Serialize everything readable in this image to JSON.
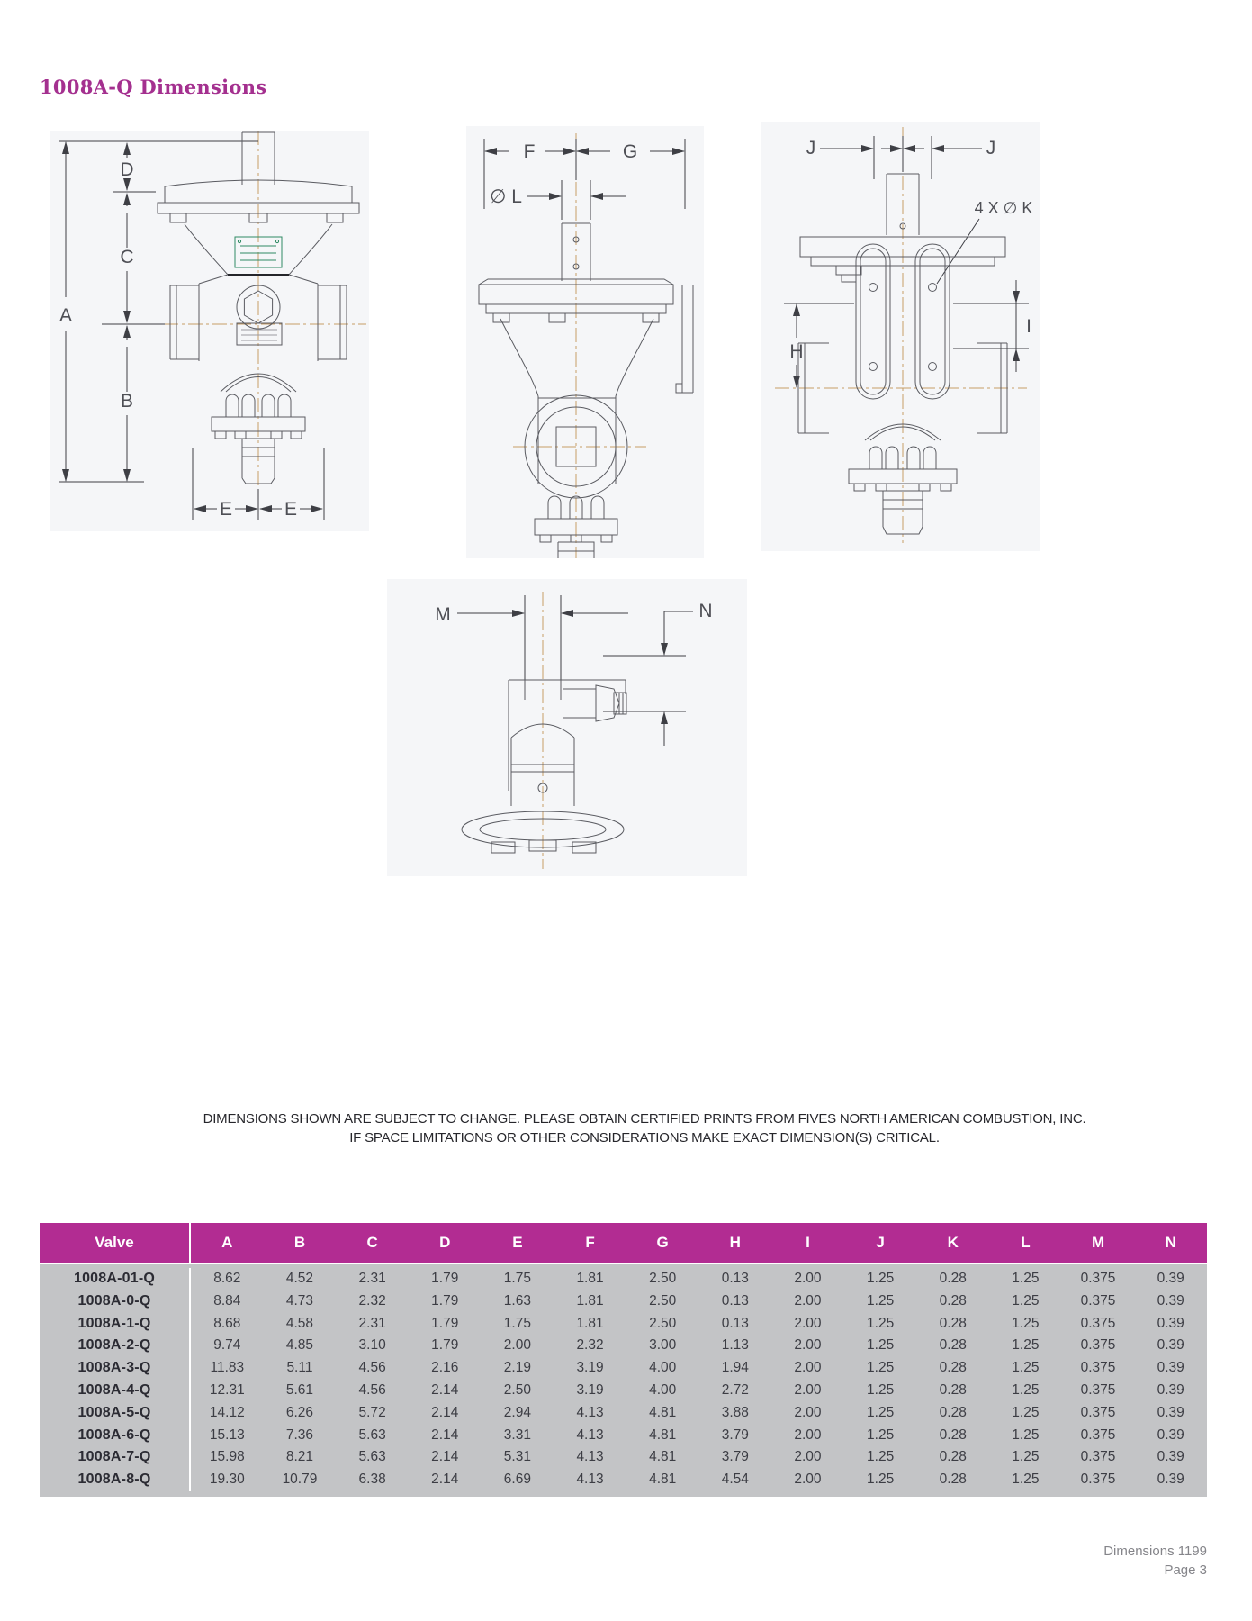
{
  "page": {
    "title": "1008A-Q Dimensions"
  },
  "colors": {
    "title": "#a4308f",
    "header_bg": "#b22c92",
    "body_bg": "#c3c4c6",
    "panel_bg": "#f5f6f8",
    "centerline": "#c79d66",
    "green": "#2f8a63"
  },
  "drawings": {
    "front_view": {
      "dim_a": "A",
      "dim_b": "B",
      "dim_c": "C",
      "dim_d": "D",
      "dim_e_left": "E",
      "dim_e_right": "E"
    },
    "side_view": {
      "dim_f": "F",
      "dim_g": "G",
      "dim_l": "∅ L"
    },
    "rear_view": {
      "dim_j_left": "J",
      "dim_j_right": "J",
      "dim_h": "H",
      "dim_i": "I",
      "dim_k": "4 X ∅ K"
    },
    "plan_view": {
      "dim_m": "M",
      "dim_n": "N"
    }
  },
  "disclaimer": {
    "line1": "DIMENSIONS SHOWN ARE SUBJECT TO CHANGE. PLEASE OBTAIN CERTIFIED PRINTS FROM FIVES NORTH AMERICAN COMBUSTION, INC.",
    "line2": "IF SPACE LIMITATIONS OR OTHER CONSIDERATIONS MAKE EXACT DIMENSION(S) CRITICAL."
  },
  "table": {
    "columns": [
      "Valve",
      "A",
      "B",
      "C",
      "D",
      "E",
      "F",
      "G",
      "H",
      "I",
      "J",
      "K",
      "L",
      "M",
      "N"
    ],
    "rows": [
      [
        "1008A-01-Q",
        "8.62",
        "4.52",
        "2.31",
        "1.79",
        "1.75",
        "1.81",
        "2.50",
        "0.13",
        "2.00",
        "1.25",
        "0.28",
        "1.25",
        "0.375",
        "0.39"
      ],
      [
        "1008A-0-Q",
        "8.84",
        "4.73",
        "2.32",
        "1.79",
        "1.63",
        "1.81",
        "2.50",
        "0.13",
        "2.00",
        "1.25",
        "0.28",
        "1.25",
        "0.375",
        "0.39"
      ],
      [
        "1008A-1-Q",
        "8.68",
        "4.58",
        "2.31",
        "1.79",
        "1.75",
        "1.81",
        "2.50",
        "0.13",
        "2.00",
        "1.25",
        "0.28",
        "1.25",
        "0.375",
        "0.39"
      ],
      [
        "1008A-2-Q",
        "9.74",
        "4.85",
        "3.10",
        "1.79",
        "2.00",
        "2.32",
        "3.00",
        "1.13",
        "2.00",
        "1.25",
        "0.28",
        "1.25",
        "0.375",
        "0.39"
      ],
      [
        "1008A-3-Q",
        "11.83",
        "5.11",
        "4.56",
        "2.16",
        "2.19",
        "3.19",
        "4.00",
        "1.94",
        "2.00",
        "1.25",
        "0.28",
        "1.25",
        "0.375",
        "0.39"
      ],
      [
        "1008A-4-Q",
        "12.31",
        "5.61",
        "4.56",
        "2.14",
        "2.50",
        "3.19",
        "4.00",
        "2.72",
        "2.00",
        "1.25",
        "0.28",
        "1.25",
        "0.375",
        "0.39"
      ],
      [
        "1008A-5-Q",
        "14.12",
        "6.26",
        "5.72",
        "2.14",
        "2.94",
        "4.13",
        "4.81",
        "3.88",
        "2.00",
        "1.25",
        "0.28",
        "1.25",
        "0.375",
        "0.39"
      ],
      [
        "1008A-6-Q",
        "15.13",
        "7.36",
        "5.63",
        "2.14",
        "3.31",
        "4.13",
        "4.81",
        "3.79",
        "2.00",
        "1.25",
        "0.28",
        "1.25",
        "0.375",
        "0.39"
      ],
      [
        "1008A-7-Q",
        "15.98",
        "8.21",
        "5.63",
        "2.14",
        "5.31",
        "4.13",
        "4.81",
        "3.79",
        "2.00",
        "1.25",
        "0.28",
        "1.25",
        "0.375",
        "0.39"
      ],
      [
        "1008A-8-Q",
        "19.30",
        "10.79",
        "6.38",
        "2.14",
        "6.69",
        "4.13",
        "4.81",
        "4.54",
        "2.00",
        "1.25",
        "0.28",
        "1.25",
        "0.375",
        "0.39"
      ]
    ]
  },
  "footer": {
    "line1": "Dimensions 1199",
    "line2": "Page 3"
  }
}
